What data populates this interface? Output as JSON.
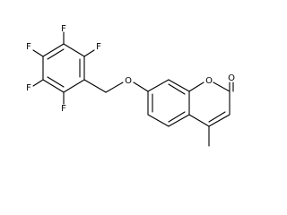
{
  "molecule": {
    "atom_labels": {
      "f_top": "F",
      "f_top_right": "F",
      "f_top_left": "F",
      "f_bottom_left": "F",
      "f_bottom": "F",
      "o_ether": "O",
      "o_ring": "O",
      "o_carbonyl": "O"
    }
  }
}
